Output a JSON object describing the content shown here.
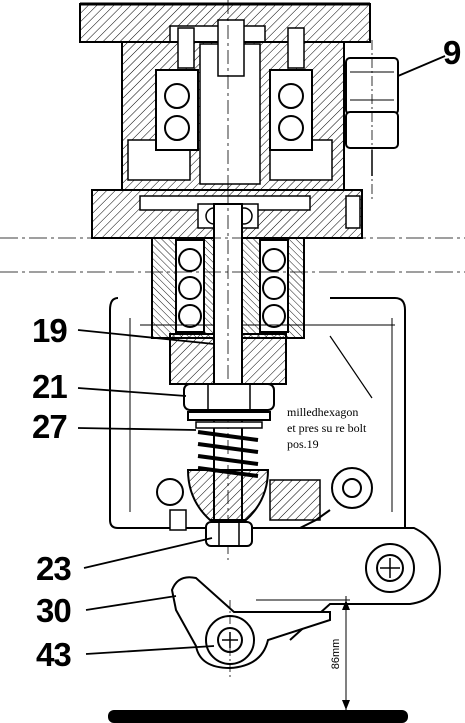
{
  "callouts": {
    "c9": "9",
    "c19": "19",
    "c21": "21",
    "c27": "27",
    "c23": "23",
    "c30": "30",
    "c43": "43"
  },
  "note": {
    "line1": "milledhexagon",
    "line2": "et pres su re bolt",
    "line3": "pos.19"
  },
  "dimension": {
    "label": "86mm"
  },
  "colors": {
    "ink": "#000000",
    "paper": "#ffffff"
  }
}
